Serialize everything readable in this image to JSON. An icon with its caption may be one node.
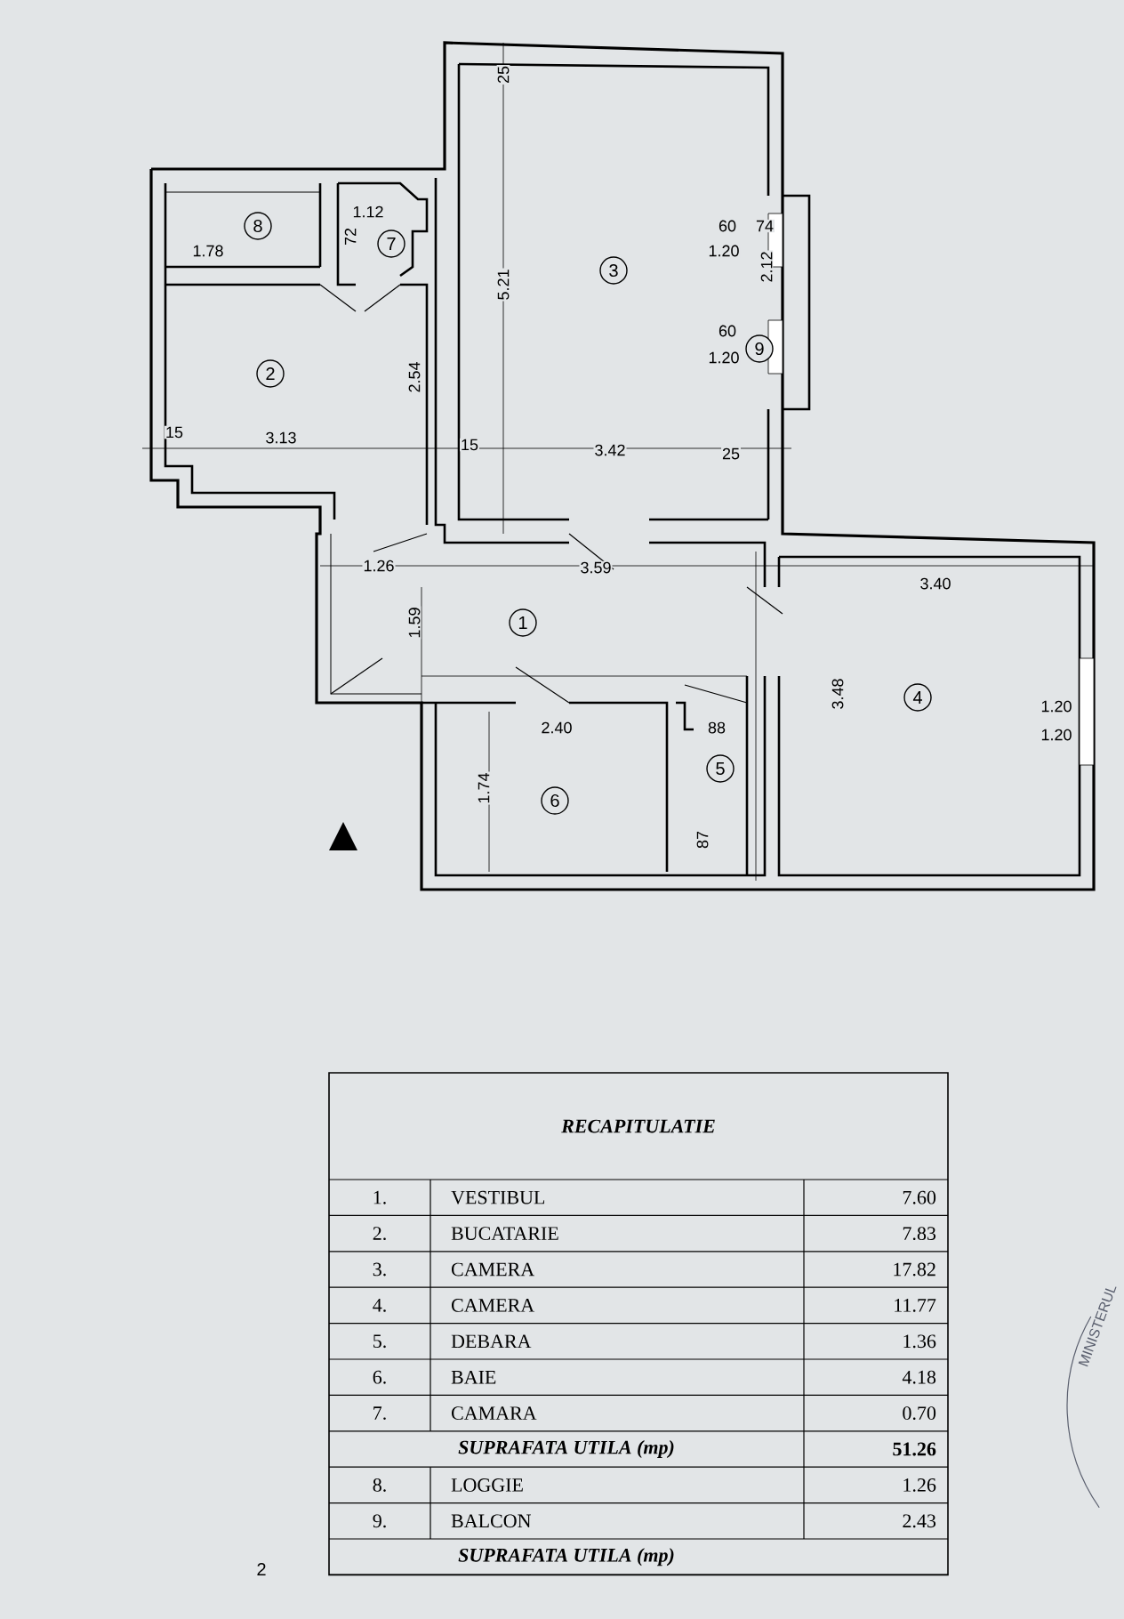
{
  "diagram": {
    "labels": [
      "25",
      "8",
      "1.12",
      "7",
      "3",
      "60",
      "1.20",
      "74",
      "1.78",
      "72",
      "5.21",
      "2.12",
      "60",
      "9",
      "1.20",
      "2",
      "2.54",
      "15",
      "3.13",
      "15",
      "3.42",
      "25",
      "1.26",
      "3.59",
      "3.40",
      "1.59",
      "1",
      "3.48",
      "4",
      "1.20",
      "1.20",
      "2.40",
      "88",
      "5",
      "1.74",
      "6",
      "87",
      "RECAPITULATIE",
      "1.",
      "VESTIBUL",
      "7.60",
      "2.",
      "BUCATARIE",
      "7.83",
      "3.",
      "CAMERA",
      "17.82",
      "4.",
      "CAMERA",
      "11.77",
      "5.",
      "DEBARA",
      "1.36",
      "6.",
      "BAIE",
      "4.18",
      "7.",
      "CAMARA",
      "0.70",
      "SUPRAFATA UTILA (mp)",
      "51.26",
      "8.",
      "LOGGIE",
      "1.26",
      "9.",
      "BALCON",
      "2.43",
      "SUPRAFATA UTILA (mp)",
      "MINISTERUL",
      "2"
    ]
  }
}
